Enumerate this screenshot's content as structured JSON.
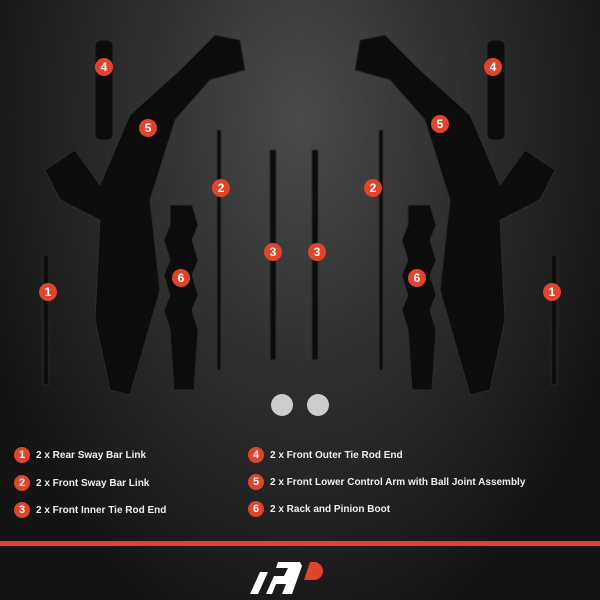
{
  "colors": {
    "accent": "#e0442c",
    "background": "#151515",
    "text": "#eeeeee"
  },
  "callouts": [
    "4",
    "4",
    "5",
    "5",
    "2",
    "2",
    "3",
    "3",
    "6",
    "6",
    "1",
    "1"
  ],
  "legend": [
    {
      "num": "1",
      "label": "2 x Rear Sway Bar Link"
    },
    {
      "num": "2",
      "label": "2 x Front Sway Bar Link"
    },
    {
      "num": "3",
      "label": "2 x Front Inner Tie Rod End"
    },
    {
      "num": "4",
      "label": "2 x Front Outer Tie Rod End"
    },
    {
      "num": "5",
      "label": "2 x Front Lower Control Arm with Ball Joint Assembly"
    },
    {
      "num": "6",
      "label": "2 x Rack and Pinion Boot"
    }
  ],
  "logo": {
    "text": "AP"
  }
}
